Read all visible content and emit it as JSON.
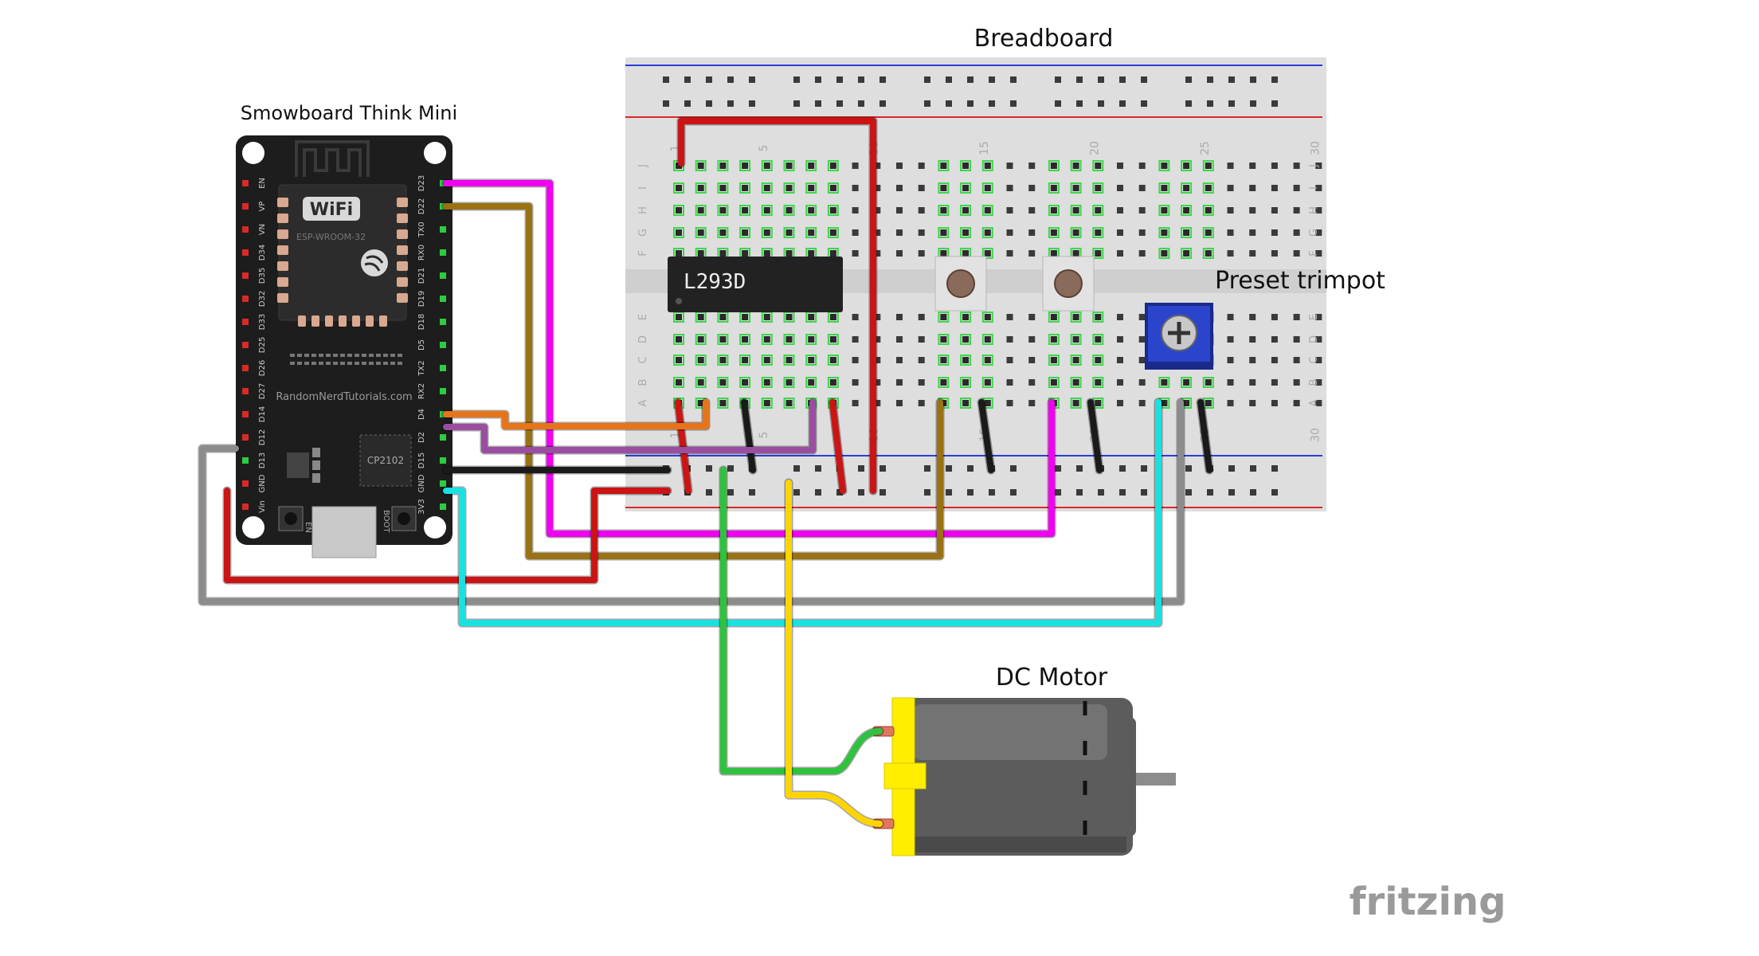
{
  "labels": {
    "breadboard": "Breadboard",
    "board": "Smowboard Think Mini",
    "trimpot": "Preset trimpot",
    "motor": "DC Motor",
    "brand": "fritzing"
  },
  "esp32": {
    "wifi": "WiFi",
    "module": "ESP-WROOM-32",
    "site": "RandomNerdTutorials.com",
    "usb_chip": "CP2102",
    "en_button": "EN",
    "boot_button": "BOOT",
    "left_pins": [
      "EN",
      "VP",
      "VN",
      "D34",
      "D35",
      "D32",
      "D33",
      "D25",
      "D26",
      "D27",
      "D14",
      "D12",
      "D13",
      "GND",
      "Vin"
    ],
    "right_pins": [
      "D23",
      "D22",
      "TX0",
      "RX0",
      "D21",
      "D19",
      "D18",
      "D5",
      "TX2",
      "RX2",
      "D4",
      "D2",
      "D15",
      "GND",
      "3V3"
    ]
  },
  "chip": {
    "label": "L293D"
  },
  "breadboard": {
    "col_numbers": [
      "1",
      "5",
      "10",
      "15",
      "20",
      "25",
      "30"
    ],
    "row_letters_top": [
      "J",
      "I",
      "H",
      "G",
      "F"
    ],
    "row_letters_bottom": [
      "E",
      "D",
      "C",
      "B",
      "A"
    ]
  },
  "colors": {
    "red": "#cc1414",
    "black": "#1a1a1a",
    "magenta": "#f000f0",
    "brown": "#9a7214",
    "orange": "#e8741a",
    "purple": "#9a4ea0",
    "gray": "#8c8c8c",
    "cyan": "#1ae0e0",
    "green": "#2ec23e",
    "yellow": "#ffd400"
  }
}
